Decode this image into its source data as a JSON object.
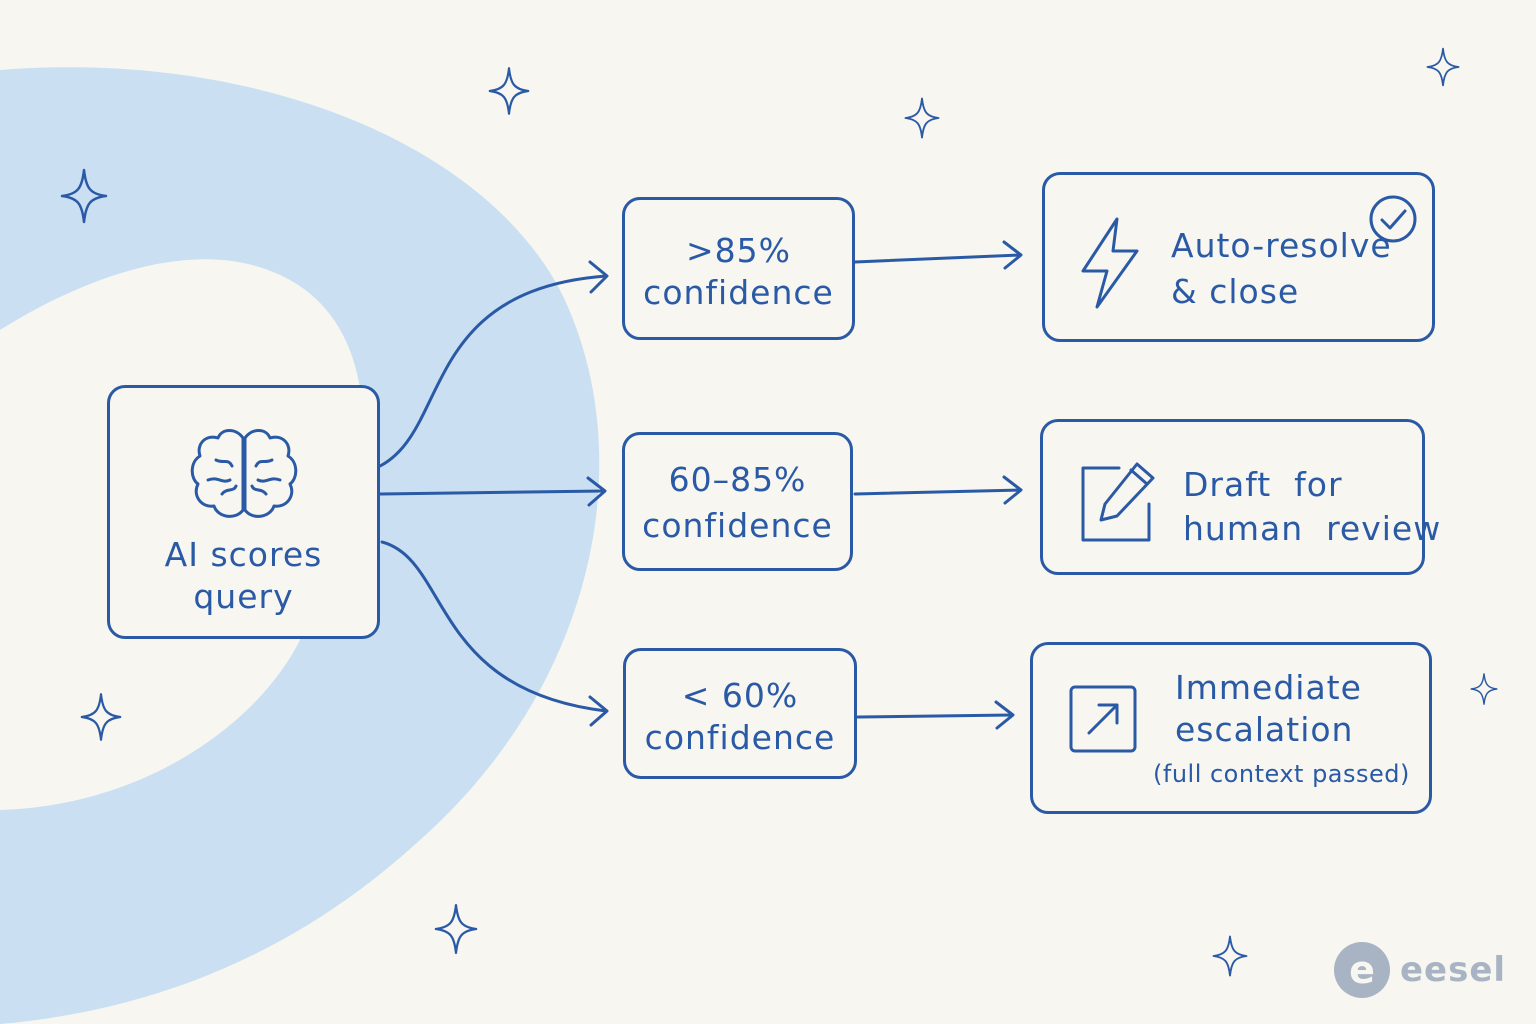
{
  "source": {
    "label_line1": "AI scores",
    "label_line2": "query",
    "icon": "brain-icon"
  },
  "tiers": [
    {
      "confidence_line1": ">85%",
      "confidence_line2": "confidence",
      "action_line1": "Auto-resolve",
      "action_line2": "& close",
      "action_icon": "lightning-icon",
      "badge_icon": "check-circle-icon"
    },
    {
      "confidence_line1": "60–85%",
      "confidence_line2": "confidence",
      "action_line1": "Draft  for",
      "action_line2": "human  review",
      "action_icon": "edit-icon"
    },
    {
      "confidence_line1": "< 60%",
      "confidence_line2": "confidence",
      "action_line1": "Immediate",
      "action_line2": "escalation",
      "action_note": "(full context passed)",
      "action_icon": "arrow-up-right-icon"
    }
  ],
  "brand": {
    "logo_letter": "e",
    "name": "eesel"
  },
  "colors": {
    "background": "#f7f6f1",
    "ink": "#2a5aa5",
    "arc": "#cadff2",
    "brand": "#a8b4c3"
  }
}
